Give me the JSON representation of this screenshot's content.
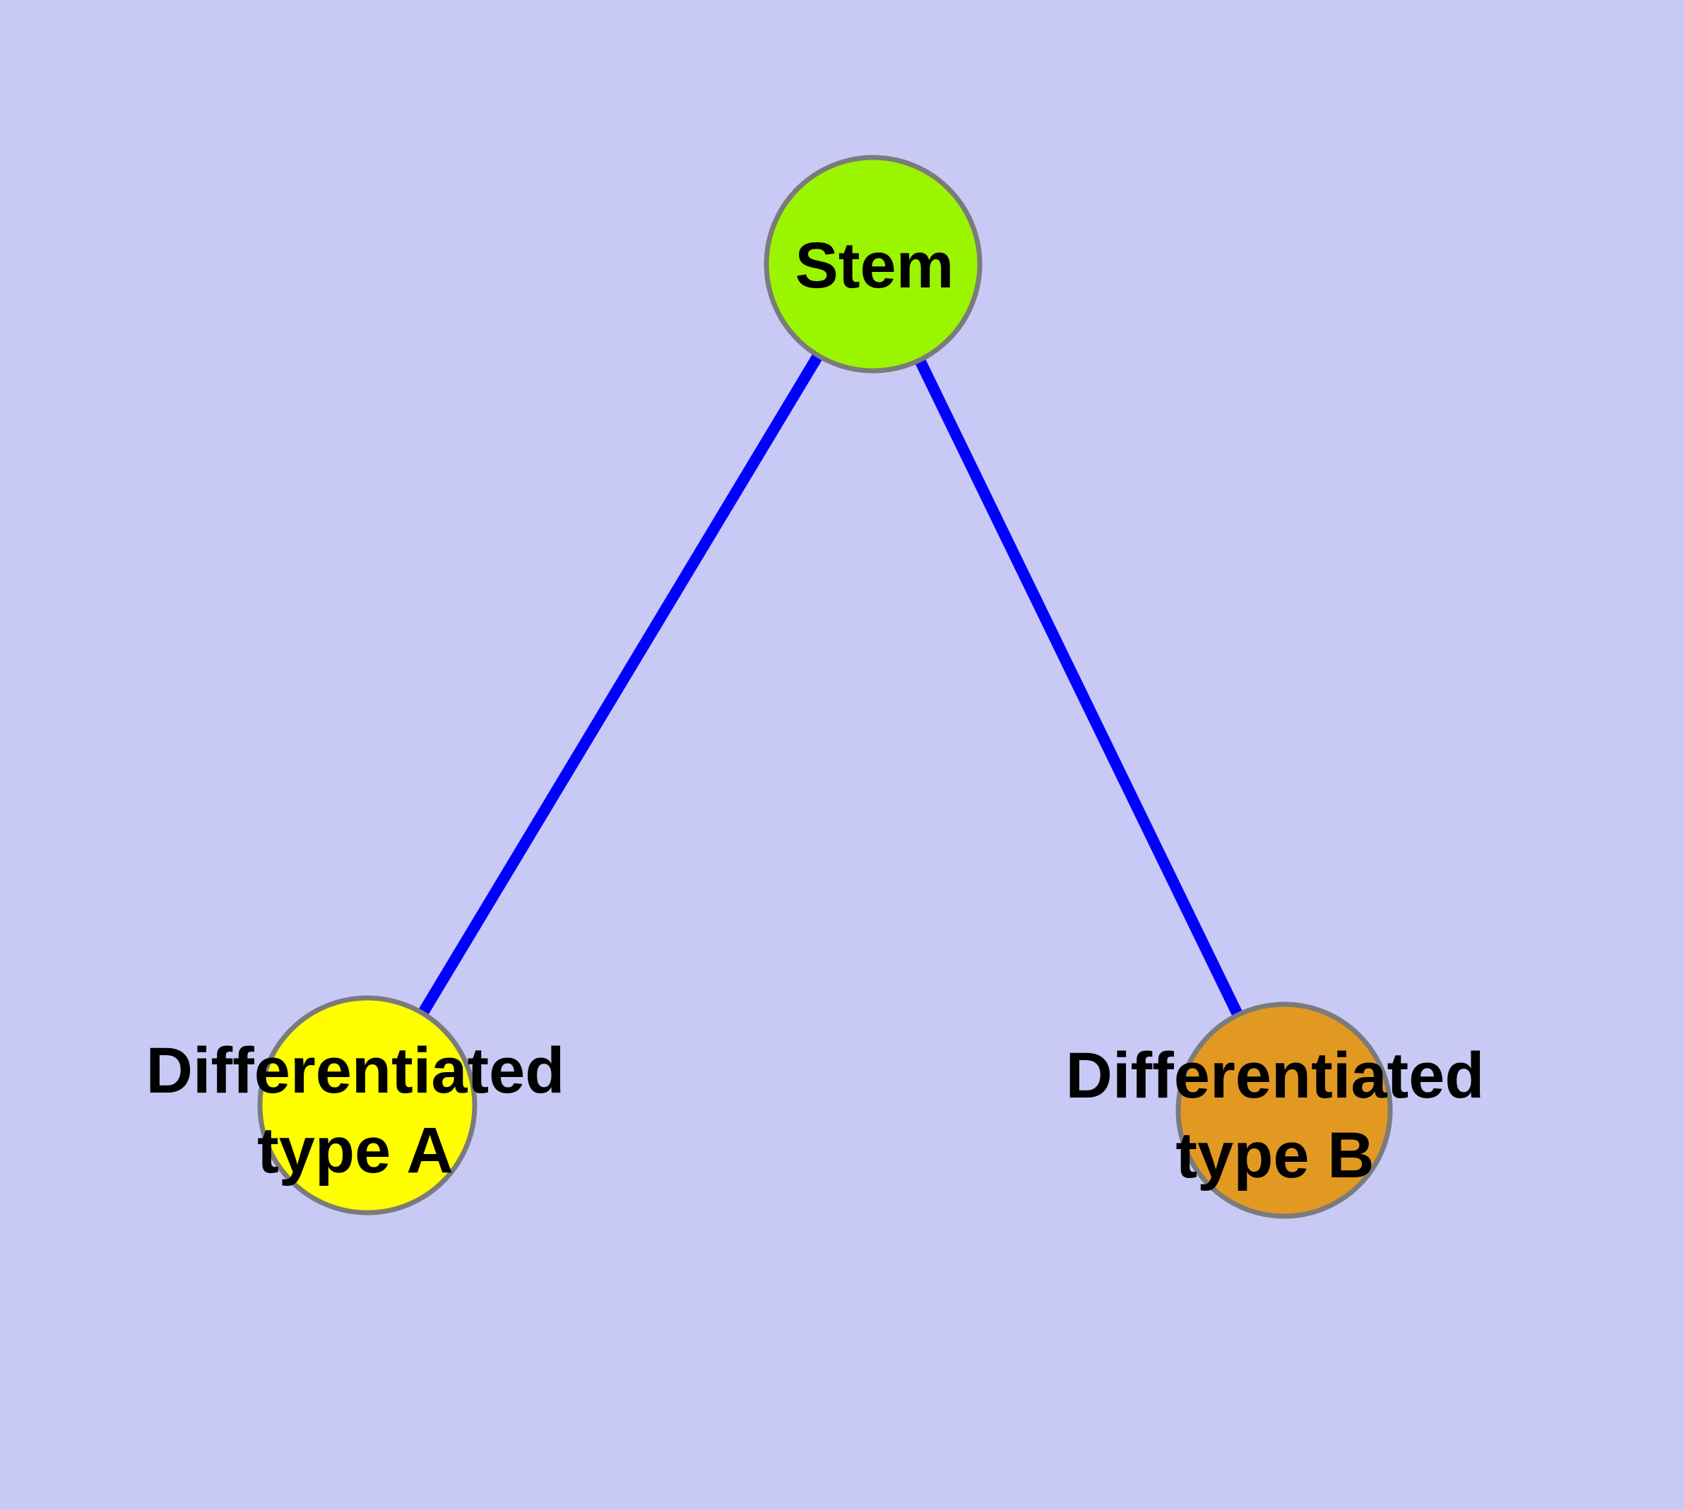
{
  "diagram": {
    "background_color": "#C9C9F6",
    "edge_color": "#0000FF",
    "node_border_color": "#7B7B7B",
    "label_color": "#000000",
    "nodes": {
      "stem": {
        "label": "Stem",
        "fill": "#9BF500"
      },
      "type_a": {
        "label_line1": "Differentiated",
        "label_line2": "type A",
        "fill": "#FFFF00"
      },
      "type_b": {
        "label_line1": "Differentiated",
        "label_line2": "type B",
        "fill": "#E29922"
      }
    },
    "edges": [
      {
        "from": "Stem",
        "to": "Differentiated type A"
      },
      {
        "from": "Stem",
        "to": "Differentiated type B"
      }
    ]
  }
}
